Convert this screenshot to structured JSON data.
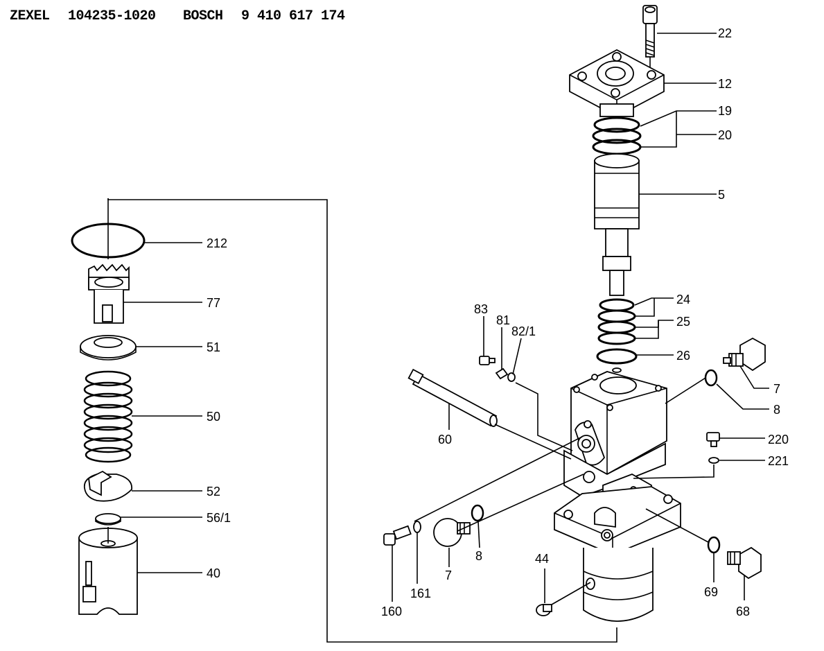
{
  "header": {
    "brand1": "ZEXEL",
    "part1": "104235-1020",
    "brand2": "BOSCH",
    "part2": "9 410 617 174"
  },
  "callouts": {
    "c22": "22",
    "c12": "12",
    "c19": "19",
    "c20": "20",
    "c5": "5",
    "c24": "24",
    "c25": "25",
    "c26": "26",
    "c7a": "7",
    "c8a": "8",
    "c220": "220",
    "c221": "221",
    "c83": "83",
    "c81": "81",
    "c82": "82/1",
    "c60": "60",
    "c212": "212",
    "c77": "77",
    "c51": "51",
    "c50": "50",
    "c52": "52",
    "c56": "56/1",
    "c40": "40",
    "c44": "44",
    "c8b": "8",
    "c7b": "7",
    "c161": "161",
    "c160": "160",
    "c69": "69",
    "c68": "68"
  }
}
